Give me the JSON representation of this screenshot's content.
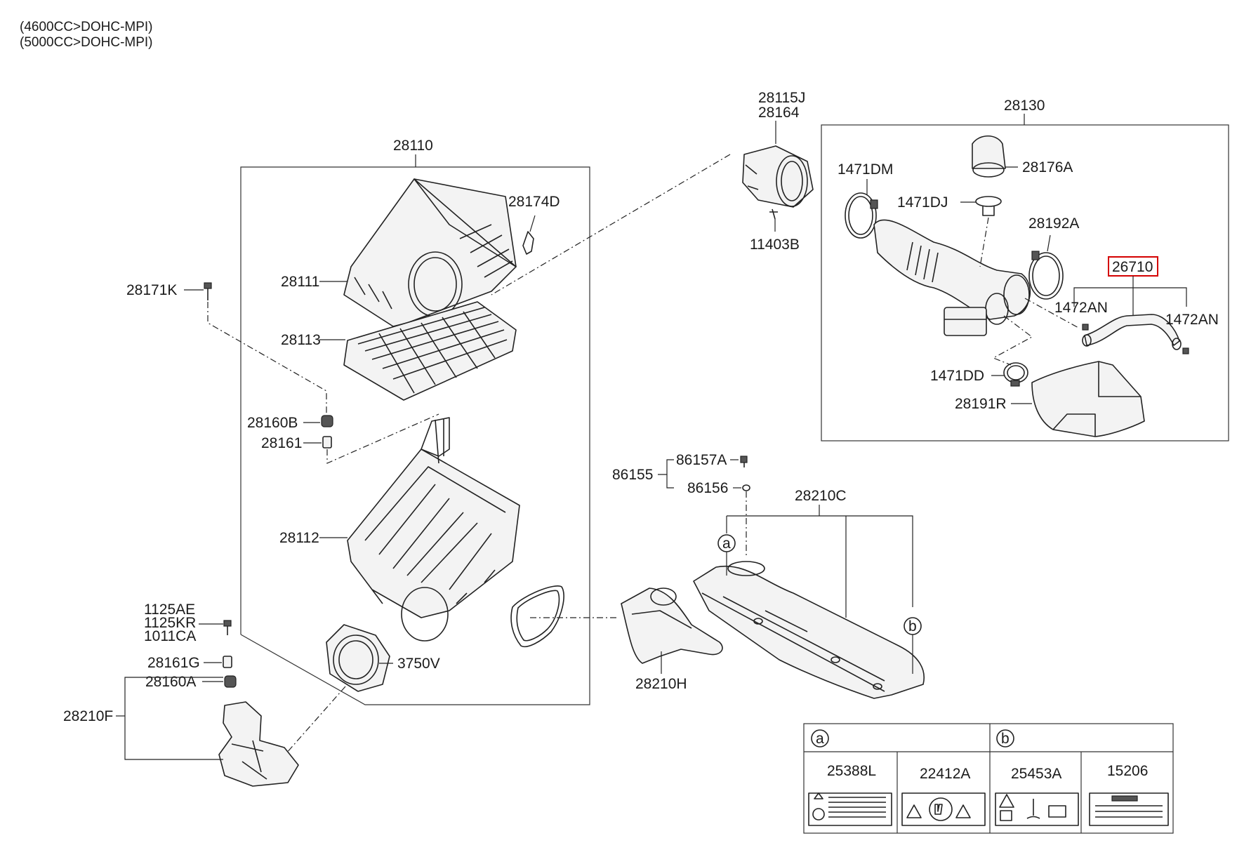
{
  "engine_lines": [
    "(4600CC>DOHC-MPI)",
    "(5000CC>DOHC-MPI)"
  ],
  "parts": {
    "p28110": "28110",
    "p28111": "28111",
    "p28113": "28113",
    "p28174D": "28174D",
    "p28171K": "28171K",
    "p28160B": "28160B",
    "p28161": "28161",
    "p28112": "28112",
    "p1125AE": "1125AE",
    "p1125KR": "1125KR",
    "p1011CA": "1011CA",
    "p28161G": "28161G",
    "p28160A": "28160A",
    "p28210F": "28210F",
    "p3750V": "3750V",
    "p28115J": "28115J",
    "p28164": "28164",
    "p11403B": "11403B",
    "p28130": "28130",
    "p1471DM": "1471DM",
    "p28176A": "28176A",
    "p1471DJ": "1471DJ",
    "p28192A": "28192A",
    "p26710": "26710",
    "p1472AN_left": "1472AN",
    "p1472AN_right": "1472AN",
    "p1471DD": "1471DD",
    "p28191R": "28191R",
    "p86155": "86155",
    "p86157A": "86157A",
    "p86156": "86156",
    "p28210C": "28210C",
    "p28210H": "28210H"
  },
  "callouts": {
    "a": "a",
    "b": "b"
  },
  "legend": {
    "group_a": "a",
    "group_b": "b",
    "cells": [
      {
        "part": "25388L"
      },
      {
        "part": "22412A"
      },
      {
        "part": "25453A"
      },
      {
        "part": "15206"
      }
    ]
  },
  "highlighted_part": "26710",
  "highlight_color": "#d40000"
}
